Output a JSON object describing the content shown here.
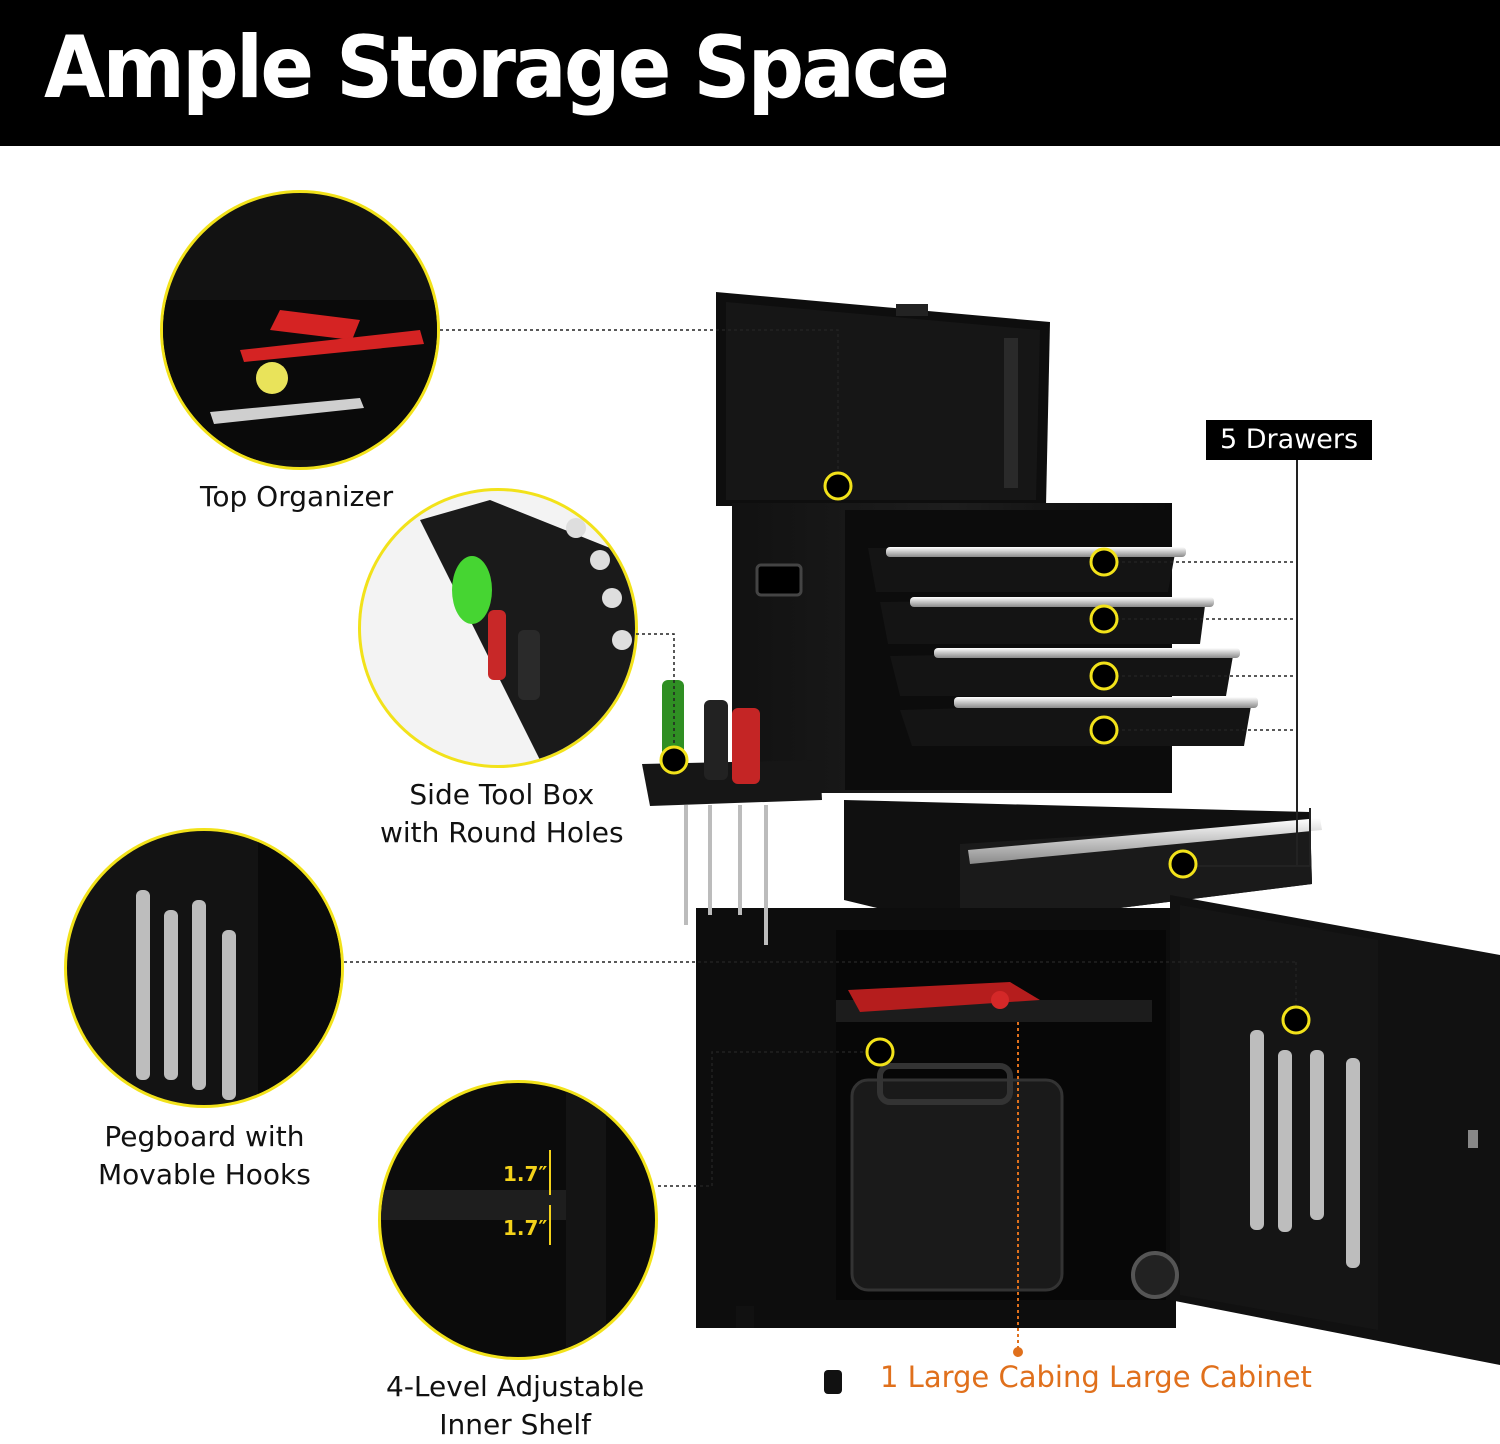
{
  "header": {
    "title": "Ample Storage Space"
  },
  "tag": {
    "label": "5 Drawers"
  },
  "captions": {
    "top_organizer": [
      "Top Organizer"
    ],
    "side_tool_box": [
      "Side Tool Box",
      "with Round Holes"
    ],
    "pegboard": [
      "Pegboard with",
      "Movable Hooks"
    ],
    "inner_shelf": [
      "4-Level Adjustable",
      "Inner Shelf"
    ],
    "cabinet": "1 Large Cabing Large Cabinet"
  },
  "dimensions": {
    "upper": "1.7″",
    "lower": "1.7″"
  },
  "colors": {
    "marker": "#f2e21a",
    "accent": "#e0701c",
    "banner": "#000000"
  }
}
